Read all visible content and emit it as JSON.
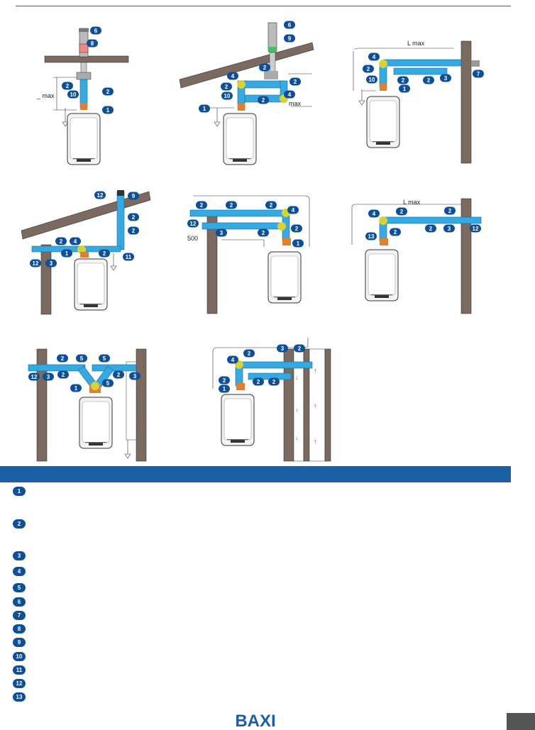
{
  "diagrams": {
    "labels": {
      "lmax": "L max",
      "max_partial": "max",
      "lmax_partial": "_ max",
      "dim_500": "500"
    }
  },
  "legend": {
    "badges": [
      "1",
      "2",
      "3",
      "4",
      "5",
      "6",
      "7",
      "8",
      "9",
      "10",
      "11",
      "12",
      "13"
    ]
  },
  "brand": {
    "logo": "BAXI"
  },
  "colors": {
    "pipe_blue": "#35a9e0",
    "elbow_yellow": "#d6d23a",
    "badge_blue": "#0f4f95",
    "bar_blue": "#1b5fa6",
    "wall_brown": "#7a6a60",
    "connector_orange": "#e0802e"
  }
}
